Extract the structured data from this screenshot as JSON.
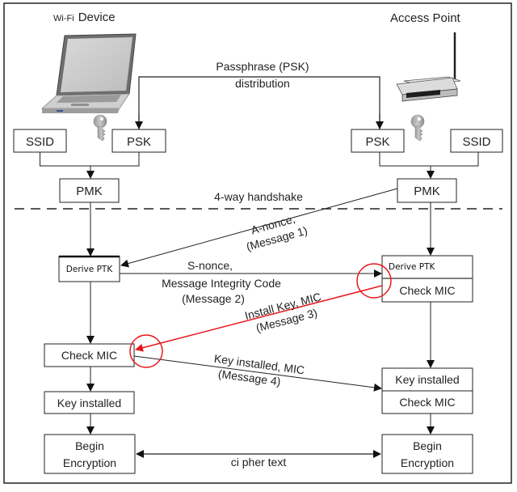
{
  "title": "WPA2 4-way handshake",
  "actors": {
    "left": {
      "title_prefix": "Wi-Fi",
      "title_main": "Device",
      "icon": "laptop-icon"
    },
    "right": {
      "title": "Access Point",
      "icon": "router-icon"
    }
  },
  "psk_distribution": {
    "line1": "Passphrase (PSK)",
    "line2": "distribution"
  },
  "handshake_label": "4-way handshake",
  "left_boxes": {
    "ssid": "SSID",
    "psk": "PSK",
    "pmk": "PMK",
    "derive_ptk": "Derive PTK",
    "check_mic": "Check MIC",
    "key_installed": "Key installed",
    "begin_encryption": [
      "Begin",
      "Encryption"
    ]
  },
  "right_boxes": {
    "psk": "PSK",
    "ssid": "SSID",
    "pmk": "PMK",
    "derive_ptk": "Derive PTK",
    "check_mic": "Check MIC",
    "key_installed": "Key installed",
    "check_mic_2": "Check MIC",
    "begin_encryption": [
      "Begin",
      "Encryption"
    ]
  },
  "messages": [
    {
      "line1": "A-nonce,",
      "line2": "(Message 1)",
      "direction": "AP to device"
    },
    {
      "line1": "S-nonce,",
      "line2": "Message Integrity Code",
      "line3": "(Message 2)",
      "direction": "device to AP"
    },
    {
      "line1": "Install Key, MIC",
      "line2": "(Message 3)",
      "direction": "AP to device",
      "highlight": true
    },
    {
      "line1": "Key installed, MIC",
      "line2": "(Message 4)",
      "direction": "device to AP"
    }
  ],
  "cipher_label": "ci pher text",
  "colors": {
    "highlight": "#e8171b",
    "line": "#222222",
    "key": "#a8a8a8"
  }
}
